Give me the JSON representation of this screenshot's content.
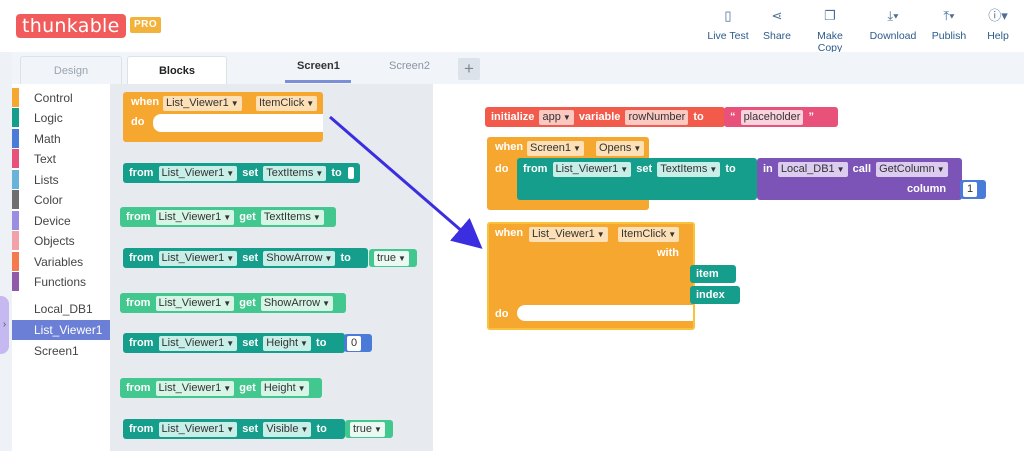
{
  "brand": {
    "logo": "thunkable",
    "badge": "PRO"
  },
  "toolbar": [
    {
      "label": "Live Test",
      "icon": "phone-icon"
    },
    {
      "label": "Share",
      "icon": "share-icon"
    },
    {
      "label": "Make Copy",
      "icon": "copy-icon"
    },
    {
      "label": "Download",
      "icon": "download-icon"
    },
    {
      "label": "Publish",
      "icon": "publish-icon"
    },
    {
      "label": "Help",
      "icon": "info-icon"
    }
  ],
  "mode_tabs": {
    "design": "Design",
    "blocks": "Blocks"
  },
  "screen_tabs": {
    "screen1": "Screen1",
    "screen2": "Screen2",
    "add": "+"
  },
  "categories": [
    {
      "label": "Control",
      "color": "#f6a730"
    },
    {
      "label": "Logic",
      "color": "#149e8b"
    },
    {
      "label": "Math",
      "color": "#4b7bd8"
    },
    {
      "label": "Text",
      "color": "#e8517a"
    },
    {
      "label": "Lists",
      "color": "#69b2d9"
    },
    {
      "label": "Color",
      "color": "#6f6f6f"
    },
    {
      "label": "Device",
      "color": "#9a8ee0"
    },
    {
      "label": "Objects",
      "color": "#f2a1a8"
    },
    {
      "label": "Variables",
      "color": "#f57b4e"
    },
    {
      "label": "Functions",
      "color": "#8f5aa8"
    }
  ],
  "components": {
    "local_db": "Local_DB1",
    "list_viewer": "List_Viewer1",
    "screen": "Screen1"
  },
  "words": {
    "when": "when",
    "do": "do",
    "from": "from",
    "set": "set",
    "get": "get",
    "to": "to",
    "with": "with",
    "initialize": "initialize",
    "variable": "variable",
    "in": "in",
    "call": "call",
    "column": "column",
    "item": "item",
    "index": "index"
  },
  "props": {
    "item_click": "ItemClick",
    "text_items": "TextItems",
    "show_arrow": "ShowArrow",
    "height": "Height",
    "visible": "Visible",
    "opens": "Opens",
    "get_column": "GetColumn"
  },
  "values": {
    "true": "true",
    "zero": "0",
    "app": "app",
    "row_number": "rowNumber",
    "placeholder": "placeholder",
    "one": "1",
    "open_quote": "“",
    "close_quote": "”"
  }
}
